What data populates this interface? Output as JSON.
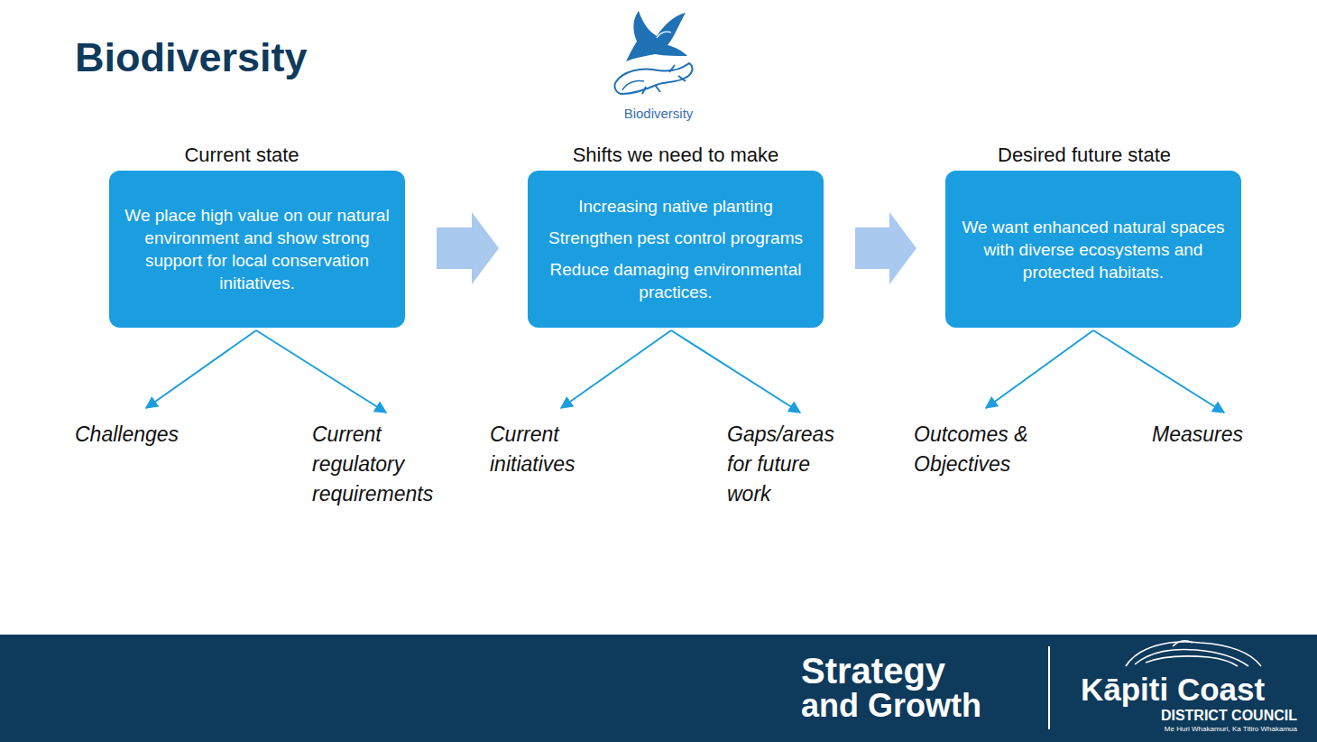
{
  "diagram": {
    "title": "Biodiversity",
    "nodes": [
      {
        "text": [
          "Current state",
          "We place high value on our natural environment and show strong support for local conservation initiatives."
        ]
      },
      {
        "text": [
          "Shifts we need to make",
          "Increasing native planting",
          "Strengthen pest control programs",
          "Reduce damaging environmental practices."
        ]
      },
      {
        "text": [
          "Desired future state",
          "We want enhanced natural spaces with diverse ecosystems and protected habitats."
        ]
      }
    ],
    "edges": [
      {
        "from": 0,
        "to": 1,
        "arrow": "to"
      },
      {
        "from": 1,
        "to": 2,
        "arrow": "to"
      }
    ],
    "labels": [
      "Biodiversity",
      "Challenges",
      "Current regulatory requirements",
      "Current initiatives",
      "Gaps/areas for future work",
      "Outcomes & Objectives",
      "Measures",
      "Strategy",
      "and Growth",
      "Kāpiti Coast",
      "DISTRICT COUNCIL",
      "Me Huri Whakamuri, Ka Titiro Whakamua"
    ]
  }
}
